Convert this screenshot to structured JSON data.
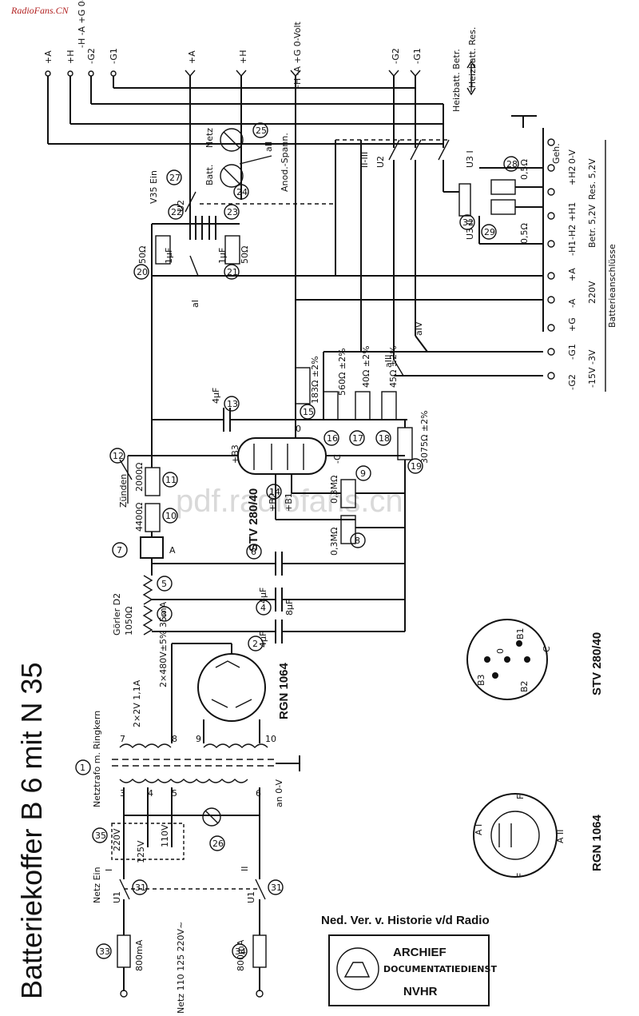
{
  "site_tag": "RadioFans.CN",
  "watermark": "pdf.radiofans.cn",
  "title": "Batteriekoffer B 6 mit N 35",
  "credit": "Ned. Ver. v. Historie v/d Radio",
  "stamp": {
    "line1": "ARCHIEF",
    "line2": "DOCUMENTATIEDIENST",
    "line3": "NVHR"
  },
  "top_terminals": [
    "+A",
    "+H",
    "-G2",
    "-G1",
    "+A",
    "+H",
    "-H -A +G 0-Volt",
    "-G2",
    "-G1"
  ],
  "top_bracket": "-H\n-A\n+G\n0-Volt",
  "right_block": {
    "heizbatt_res": "Heizbatt. Res.",
    "heizbatt_betr": "Heizbatt. Betr.",
    "terminals": [
      "0-V",
      "+H2",
      "-H2 +H1",
      "-H1",
      "+A",
      "-A",
      "+G",
      "-G1",
      "-G2"
    ],
    "labels": [
      "Geh.",
      "Res. 5,2V",
      "Betr. 5,2V",
      "220V",
      "-15V -3V"
    ],
    "batterieanschlusse": "Batterieanschlüsse",
    "u3_labels": [
      "U3 I",
      "U3 II"
    ],
    "r28": "0,5Ω",
    "r29": "0,5Ω"
  },
  "tubes": {
    "stv": "STV 280/40",
    "stv_pins": [
      "B3",
      "B2",
      "B1",
      "0",
      "-C"
    ],
    "rgn": "RGN 1064",
    "rgn_pins": [
      "A I",
      "A II",
      "F",
      "F"
    ]
  },
  "components": {
    "c22": "1μF",
    "c23": "1μF",
    "r20": "50Ω",
    "r21": "50Ω",
    "c13": "4μF",
    "r15": "183Ω ±2%",
    "r16": "560Ω ±2%",
    "r17": "40Ω ±2%",
    "r18": "45Ω ±2%",
    "r19": "3075Ω ±2%",
    "r9": "0,3MΩ",
    "r8": "0,3MΩ",
    "r10": "4400Ω",
    "r11": "2000Ω",
    "zunden": "Zünden",
    "c6": "4μF",
    "c4": "8μF",
    "c2": "4μF",
    "gorler": "Görler D2",
    "r3": "1050Ω",
    "trafo": "Netztrafo m. Ringkern",
    "sec1": "2×2V 1,1A",
    "sec2": "2×480V±5% 35mA",
    "taps": [
      "220V",
      "125V",
      "110V"
    ],
    "fuse1": "800mA",
    "fuse2": "800mA",
    "netz": "Netz 110 125 220V~",
    "netz_ein": "Netz Ein",
    "v35": "V35 Ein",
    "an0v": "an 0-V",
    "anodspann": "Anod.-Spann.",
    "netz_lamp": "Netz",
    "batt_lamp": "Batt."
  },
  "switch_labels": [
    "aI",
    "aII",
    "aIII",
    "aIV",
    "II-III",
    "U2",
    "U1",
    "I",
    "II"
  ],
  "numbers": [
    "1",
    "2",
    "3",
    "4",
    "5",
    "6",
    "7",
    "8",
    "9",
    "10",
    "11",
    "12",
    "13",
    "14",
    "15",
    "16",
    "17",
    "18",
    "19",
    "20",
    "21",
    "22",
    "23",
    "24",
    "25",
    "26",
    "28",
    "29",
    "31",
    "31",
    "32",
    "33",
    "34",
    "35"
  ],
  "pin_numbers": [
    "3",
    "4",
    "5",
    "6",
    "7",
    "8",
    "9",
    "10"
  ]
}
